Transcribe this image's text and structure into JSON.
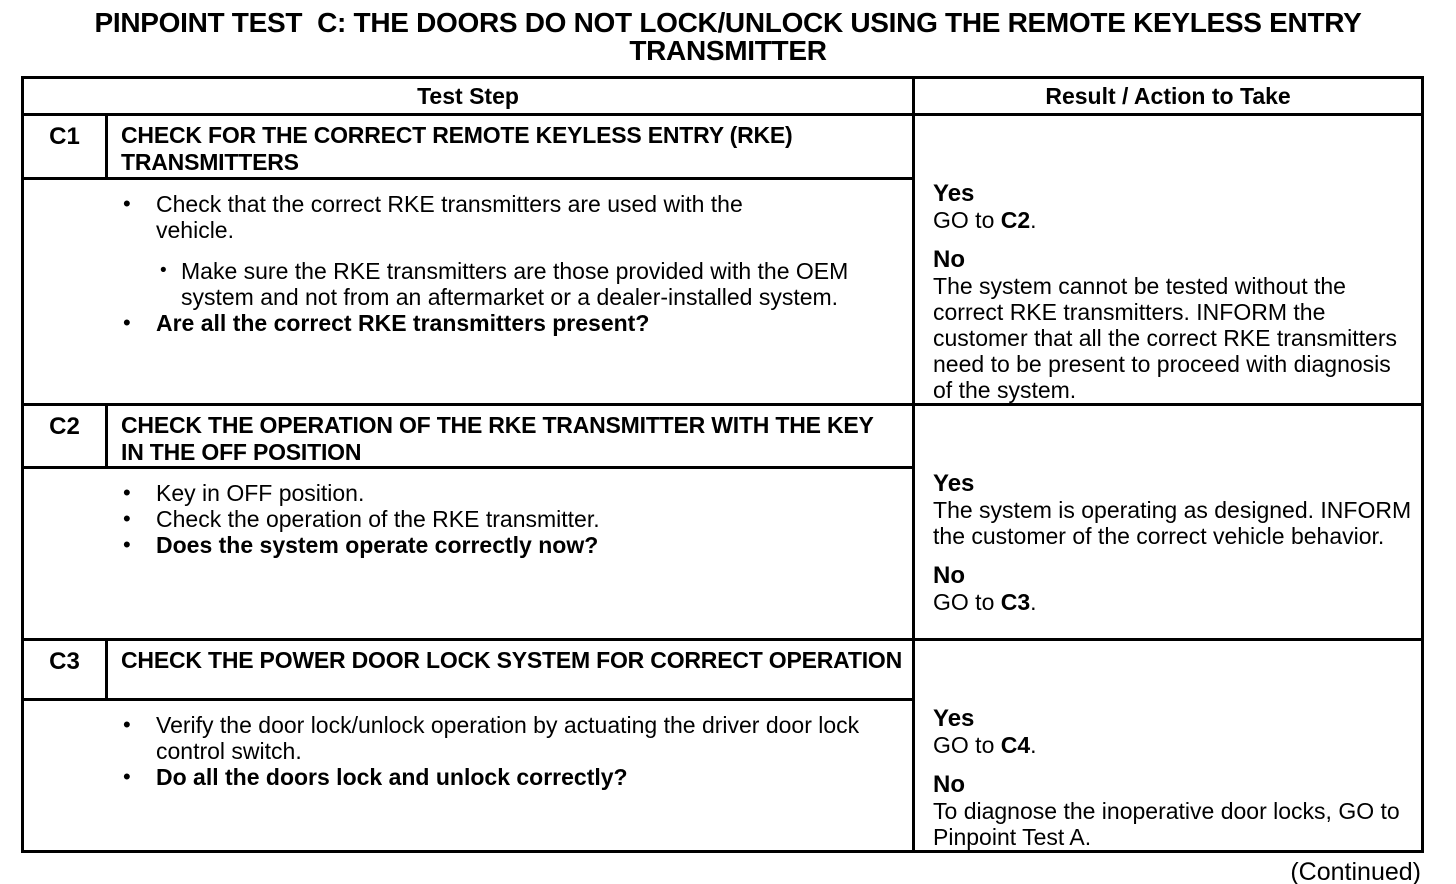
{
  "document": {
    "title_line1": "PINPOINT TEST  C: THE DOORS DO NOT LOCK/UNLOCK USING THE REMOTE KEYLESS ENTRY",
    "title_line2": "TRANSMITTER",
    "continued_note": "(Continued)"
  },
  "table": {
    "headers": {
      "test_step": "Test Step",
      "result": "Result / Action to Take"
    },
    "steps": [
      {
        "num": "C1",
        "title": "CHECK FOR THE CORRECT REMOTE KEYLESS ENTRY (RKE) TRANSMITTERS",
        "bullets": [
          {
            "text": "Check that the correct RKE transmitters are used with the vehicle."
          },
          {
            "text": "Make sure the RKE transmitters are those provided with the OEM system and not from an aftermarket or a dealer-installed system."
          },
          {
            "text": "Are all the correct RKE transmitters present?"
          }
        ],
        "yes": {
          "label": "Yes",
          "pre": "GO to ",
          "bold": "C2",
          "post": "."
        },
        "no": {
          "label": "No",
          "pre": "The system cannot be tested without the correct RKE transmitters. INFORM the customer that all the correct RKE transmitters need to be present to proceed with diagnosis of the system.",
          "bold": "",
          "post": ""
        }
      },
      {
        "num": "C2",
        "title": "CHECK THE OPERATION OF THE RKE TRANSMITTER WITH THE KEY IN THE OFF POSITION",
        "bullets": [
          {
            "text": "Key in OFF position."
          },
          {
            "text": "Check the operation of the RKE transmitter."
          },
          {
            "text": "Does the system operate correctly now?"
          }
        ],
        "yes": {
          "label": "Yes",
          "pre": "The system is operating as designed. INFORM the customer of the correct vehicle behavior.",
          "bold": "",
          "post": ""
        },
        "no": {
          "label": "No",
          "pre": "GO to ",
          "bold": "C3",
          "post": "."
        }
      },
      {
        "num": "C3",
        "title": "CHECK THE POWER DOOR LOCK SYSTEM FOR CORRECT OPERATION",
        "bullets": [
          {
            "text": "Verify the door lock/unlock operation by actuating the driver door lock control switch."
          },
          {
            "text": "Do all the doors lock and unlock correctly?"
          }
        ],
        "yes": {
          "label": "Yes",
          "pre": "GO to ",
          "bold": "C4",
          "post": "."
        },
        "no": {
          "label": "No",
          "pre": "To diagnose the inoperative door locks, GO to Pinpoint Test A.",
          "bold": "",
          "post": ""
        }
      }
    ]
  }
}
